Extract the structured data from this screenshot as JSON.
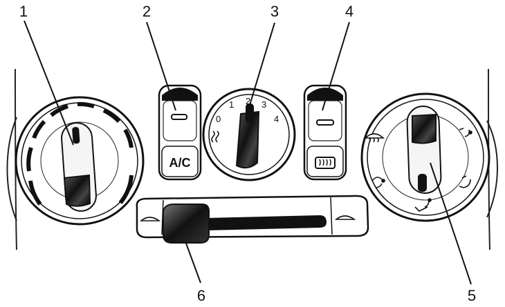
{
  "callouts": [
    {
      "number": "1",
      "target": "temperature-knob"
    },
    {
      "number": "2",
      "target": "ac-button"
    },
    {
      "number": "3",
      "target": "fan-speed-knob"
    },
    {
      "number": "4",
      "target": "rear-defrost-button"
    },
    {
      "number": "5",
      "target": "air-mode-knob"
    },
    {
      "number": "6",
      "target": "recirculation-slider"
    }
  ],
  "ac_button": {
    "label": "A/C"
  },
  "fan_speed": {
    "scale": [
      "0",
      "1",
      "2",
      "3",
      "4"
    ],
    "current": "2"
  },
  "mode_knob": {
    "positions": [
      "defrost-icon",
      "face-vent-icon",
      "floor-face-icon",
      "floor-icon",
      "floor-defrost-icon"
    ]
  },
  "recirc_slider": {
    "left_icon": "outside-air-icon",
    "right_icon": "recirculation-icon"
  },
  "colors": {
    "ink": "#111111",
    "paper": "#ffffff",
    "panel": "#f4f4f4"
  }
}
